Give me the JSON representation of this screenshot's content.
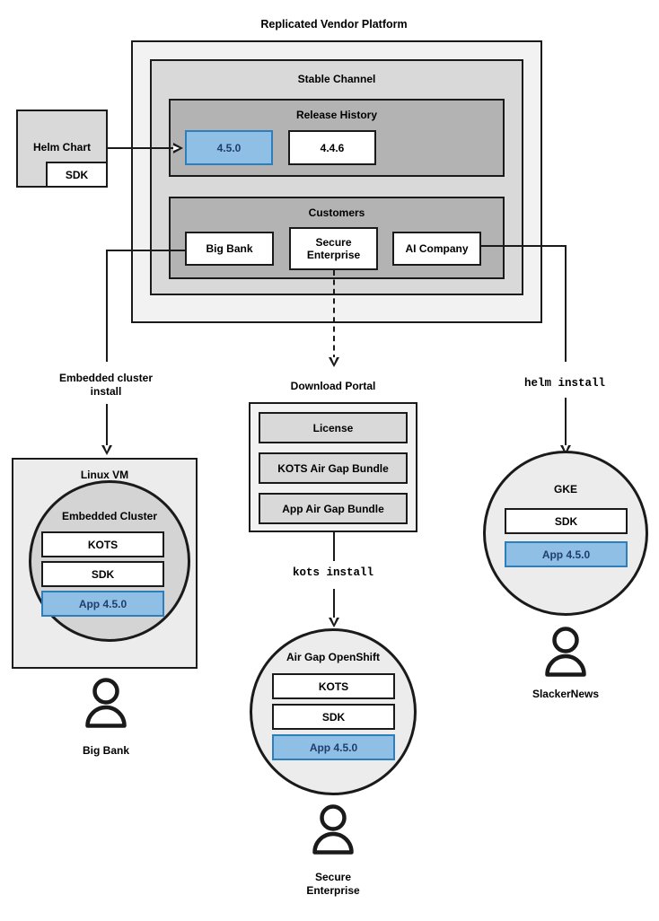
{
  "diagram": {
    "title": "Replicated Vendor Platform"
  },
  "source": {
    "helm_chart": {
      "label": "Helm Chart",
      "sdk_label": "SDK"
    }
  },
  "platform": {
    "channel": {
      "title": "Stable Channel",
      "release_history": {
        "title": "Release History",
        "releases": [
          {
            "version": "4.5.0",
            "highlighted": true
          },
          {
            "version": "4.4.6",
            "highlighted": false
          }
        ]
      },
      "customers": {
        "title": "Customers",
        "items": [
          {
            "name": "Big Bank"
          },
          {
            "name": "Secure\nEnterprise"
          },
          {
            "name": "AI Company"
          }
        ]
      }
    }
  },
  "flows": [
    {
      "id": "embedded-cluster-install",
      "label": "Embedded cluster\ninstall",
      "style": "text"
    },
    {
      "id": "kots-install",
      "label": "kots install",
      "style": "mono"
    },
    {
      "id": "helm-install",
      "label": "helm install",
      "style": "mono"
    }
  ],
  "download_portal": {
    "title": "Download Portal",
    "artifacts": [
      {
        "label": "License"
      },
      {
        "label": "KOTS Air Gap Bundle"
      },
      {
        "label": "App Air Gap Bundle"
      }
    ]
  },
  "targets": {
    "linux_vm": {
      "title": "Linux VM",
      "cluster_title": "Embedded Cluster",
      "components": [
        {
          "label": "KOTS",
          "highlighted": false
        },
        {
          "label": "SDK",
          "highlighted": false
        },
        {
          "label": "App 4.5.0",
          "highlighted": true
        }
      ],
      "actor": "Big Bank"
    },
    "openshift": {
      "title": "Air Gap OpenShift",
      "components": [
        {
          "label": "KOTS",
          "highlighted": false
        },
        {
          "label": "SDK",
          "highlighted": false
        },
        {
          "label": "App 4.5.0",
          "highlighted": true
        }
      ],
      "actor": "Secure\nEnterprise"
    },
    "gke": {
      "title": "GKE",
      "components": [
        {
          "label": "SDK",
          "highlighted": false
        },
        {
          "label": "App 4.5.0",
          "highlighted": true
        }
      ],
      "actor": "SlackerNews"
    }
  },
  "colors": {
    "highlight_fill": "#8fbfe4",
    "highlight_border": "#2e7ebb",
    "highlight_text": "#1f3d6e",
    "outer_panel": "#f2f2f2",
    "channel_panel": "#d9d9d9",
    "section_panel": "#b3b3b3",
    "chip_gray": "#d9d9d9",
    "circle_dark": "#d4d4d4",
    "circle_light": "#ececec",
    "stroke": "#1a1a1a"
  }
}
